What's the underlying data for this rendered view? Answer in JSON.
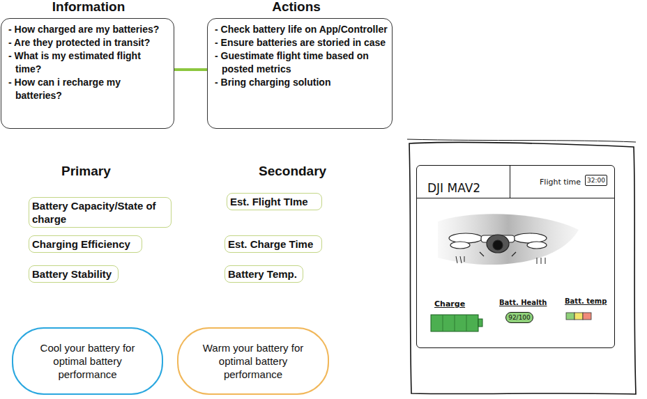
{
  "diagram": {
    "nodes": [
      {
        "text": [
          "Information",
          "- How charged are my batteries?",
          "- Are they protected in transit?",
          "- What is my estimated flight time?",
          "- How can i recharge my batteries?"
        ]
      },
      {
        "text": [
          "Actions",
          "- Check battery life on App/Controller",
          "- Ensure batteries are storied in case",
          "- Guestimate flight time based on posted metrics",
          "- Bring charging solution"
        ]
      },
      {
        "text": [
          "Battery Capacity/State of charge"
        ]
      },
      {
        "text": [
          "Charging Efficiency"
        ]
      },
      {
        "text": [
          "Battery Stability"
        ]
      },
      {
        "text": [
          "Est. Flight TIme"
        ]
      },
      {
        "text": [
          "Est. Charge Time"
        ]
      },
      {
        "text": [
          "Battery Temp."
        ]
      },
      {
        "text": [
          "Cool your battery for optimal battery performance"
        ]
      },
      {
        "text": [
          "Warm your battery for optimal battery performance"
        ]
      },
      {
        "text": [
          "DJI MAV2",
          "Flight time",
          "Charge",
          "Batt. Health",
          "Batt. temp"
        ]
      },
      {
        "text": [
          "32:00"
        ],
        "in": 10
      },
      {
        "text": [
          "92/100"
        ],
        "in": 10
      }
    ],
    "edges": [
      {
        "from": 0,
        "to": 1,
        "arrow": "none"
      }
    ],
    "labels": [
      "Primary",
      "Secondary"
    ]
  }
}
